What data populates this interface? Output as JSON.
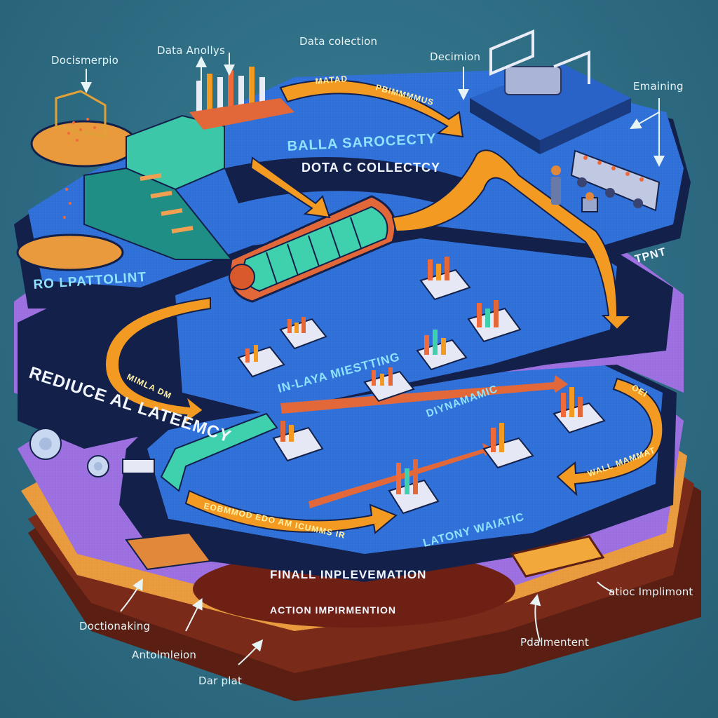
{
  "title": "Multi-tier data pipeline illustration",
  "colors": {
    "background": "#2f6f86",
    "tier_blue": "#2f6fd8",
    "tier_navy": "#13204a",
    "tier_purple": "#9b6fe0",
    "tier_orange": "#e89a3c",
    "tier_brown": "#7a2a18",
    "arrow_orange": "#f29a22",
    "teal": "#3cc7a8",
    "callout_text": "#e6f4f6"
  },
  "callouts": [
    {
      "id": "top-left",
      "text": "Docismerpio"
    },
    {
      "id": "top-analysis",
      "text": "Data Anollys"
    },
    {
      "id": "top-center",
      "text": "Data colection"
    },
    {
      "id": "top-decision",
      "text": "Decimion"
    },
    {
      "id": "top-right",
      "text": "Emaining"
    },
    {
      "id": "bottom-decision",
      "text": "Doctionaking"
    },
    {
      "id": "bottom-automation",
      "text": "Antolmleion"
    },
    {
      "id": "bottom-data",
      "text": "Dar plat"
    },
    {
      "id": "bottom-right-action",
      "text": "atioc Implimont"
    },
    {
      "id": "bottom-right-placement",
      "text": "Pdalmentent"
    }
  ],
  "tier_labels": {
    "data_sarocecty": "BALLA SAROCECTY",
    "data_collection": "DOTA C COLLECTCY",
    "side_latency": "RO LPATTOLINT",
    "reduce_latency": "REDIUCE AL LATEEMCY",
    "tpnt": "TPNT",
    "inlaya": "IN-LAYA MIESTTING",
    "dynamic": "DIYNAMAMIC",
    "latony": "LATONY WAIATIC",
    "final_implementation": "FINALL INPLEVEMATION",
    "action_implementation": "ACTION IMPIRMENTION"
  },
  "arrow_labels": {
    "top_arrow_1": "MATAD",
    "top_arrow_2": "PBIMMMMUS",
    "left_arrow": "MIMLA DM",
    "right_arrow_top": "OEI",
    "right_arrow_bottom": "WALL MAMMAT",
    "bottom_arrow": "EOBMMOD EDO AM ICUMMS IR"
  }
}
